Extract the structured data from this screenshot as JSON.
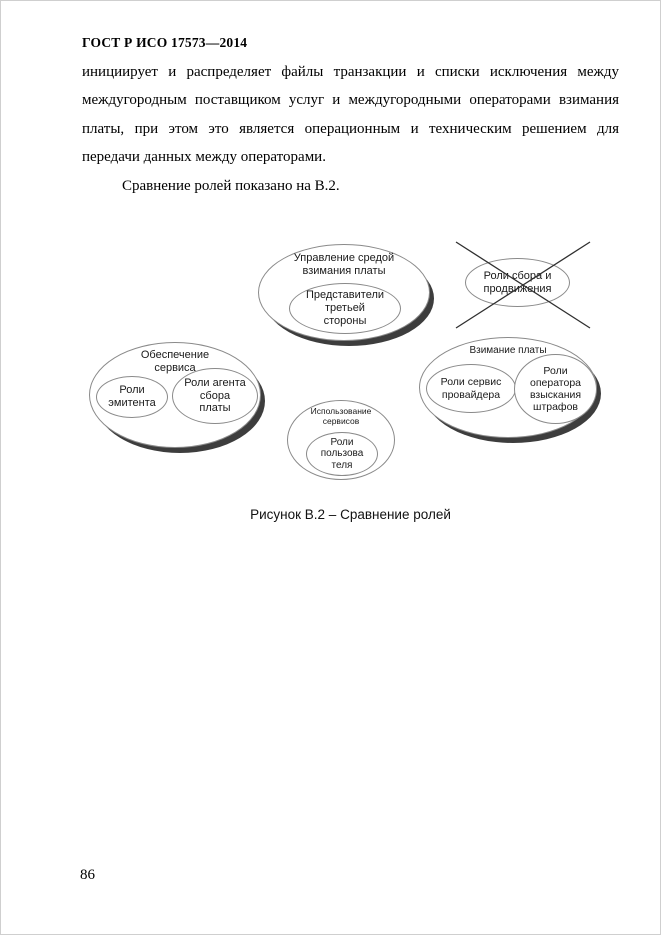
{
  "header": {
    "title": "ГОСТ Р ИСО 17573—2014"
  },
  "body": {
    "paragraph": "инициирует и распределяет файлы транзакции и списки исключения между междугородным поставщиком услуг и междугородными операторами взимания платы, при этом это является операционным и техническим решением для передачи данных между операторами.",
    "note": "Сравнение ролей показано на В.2."
  },
  "figure": {
    "caption": "Рисунок В.2 – Сравнение ролей",
    "groups": {
      "management": {
        "title": "Управление средой\nвзимания платы",
        "role": "Представители\nтретьей\nстороны"
      },
      "collection_promotion": {
        "role": "Роли сбора и\nпродвижения"
      },
      "service_provision": {
        "title": "Обеспечение\nсервиса",
        "issuer_role": "Роли\nэмитента",
        "toll_agent_role": "Роли агента\nсбора\nплаты"
      },
      "toll_charging": {
        "title": "Взимание платы",
        "service_provider_role": "Роли сервис\nпровайдера",
        "enforcement_operator_role": "Роли\nоператора\nвзыскания\nштрафов"
      },
      "service_usage": {
        "title": "Использование\nсервисов",
        "user_role": "Роли\nпользова\nтеля"
      }
    }
  },
  "footer": {
    "page_number": "86"
  }
}
